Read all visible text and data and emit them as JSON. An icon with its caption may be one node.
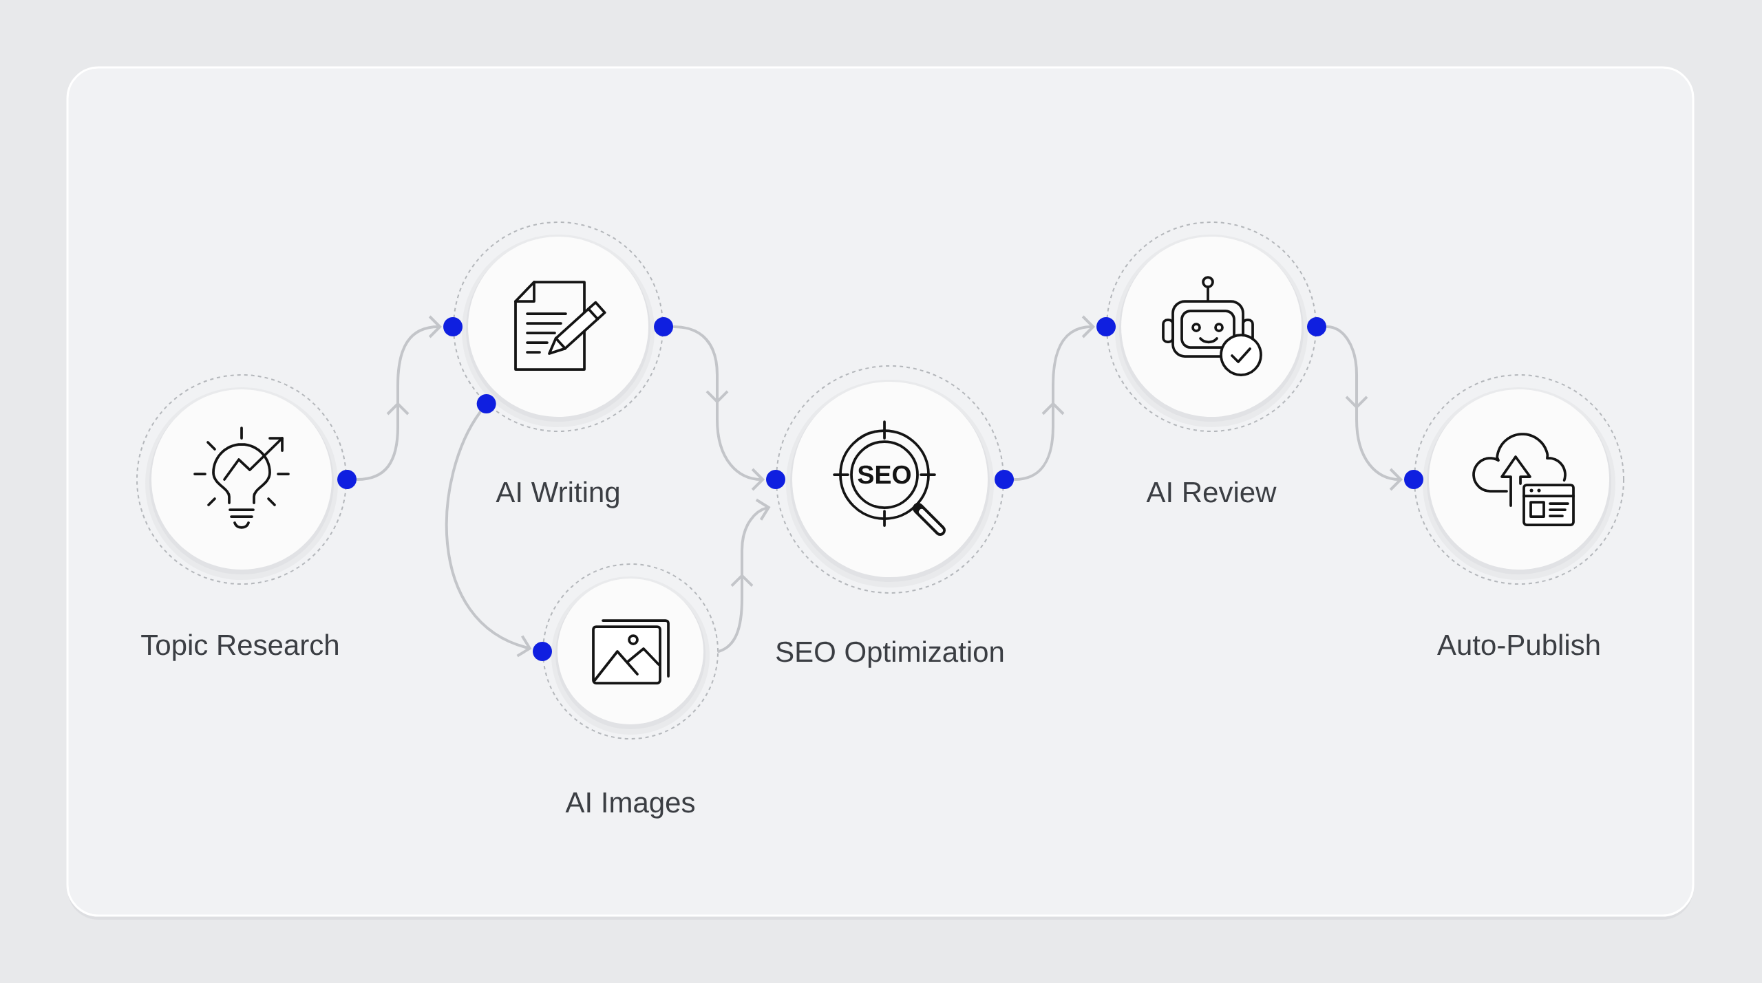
{
  "diagram": {
    "nodes": [
      {
        "text": [
          "Topic Research"
        ]
      },
      {
        "text": [
          "AI Writing"
        ]
      },
      {
        "text": [
          "AI Images"
        ]
      },
      {
        "text": [
          "SEO",
          "SEO Optimization"
        ]
      },
      {
        "text": [
          "AI Review"
        ]
      },
      {
        "text": [
          "Auto-Publish"
        ]
      }
    ],
    "edges": [
      {
        "from": 0,
        "to": 1,
        "arrow": "to"
      },
      {
        "from": 1,
        "to": 2,
        "arrow": "to"
      },
      {
        "from": 1,
        "to": 3,
        "arrow": "to"
      },
      {
        "from": 2,
        "to": 3,
        "arrow": "to"
      },
      {
        "from": 3,
        "to": 4,
        "arrow": "to"
      },
      {
        "from": 4,
        "to": 5,
        "arrow": "to"
      }
    ]
  }
}
